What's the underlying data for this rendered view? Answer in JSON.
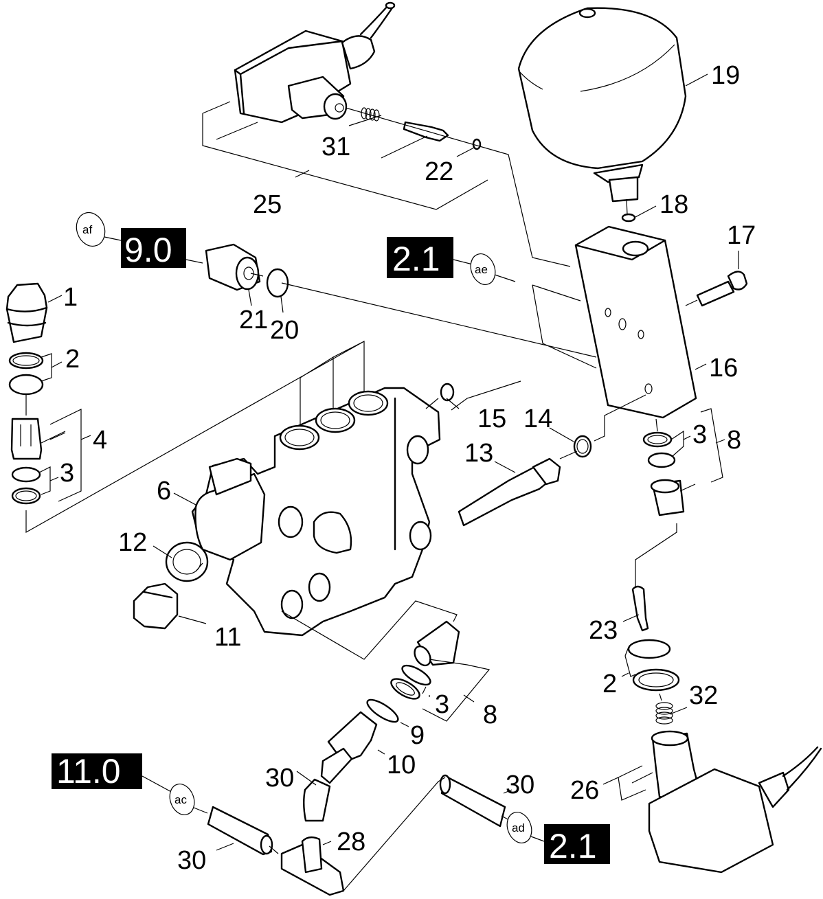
{
  "diagram": {
    "type": "exploded-parts-diagram",
    "reference_boxes": [
      {
        "id": "ref-9-0",
        "label": "9.0",
        "tag": "af"
      },
      {
        "id": "ref-2-1-top",
        "label": "2.1",
        "tag": "ae"
      },
      {
        "id": "ref-11-0",
        "label": "11.0",
        "tag": "ac"
      },
      {
        "id": "ref-2-1-bottom",
        "label": "2.1",
        "tag": "ad"
      }
    ],
    "callouts": {
      "c1": "1",
      "c2a": "2",
      "c3a": "3",
      "c4": "4",
      "c6": "6",
      "c12": "12",
      "c11": "11",
      "c21": "21",
      "c20": "20",
      "c25": "25",
      "c31": "31",
      "c22": "22",
      "c19": "19",
      "c18": "18",
      "c17": "17",
      "c16": "16",
      "c15": "15",
      "c14": "14",
      "c13": "13",
      "c3b": "3",
      "c8a": "8",
      "c23": "23",
      "c2b": "2",
      "c32": "32",
      "c26": "26",
      "c3c": "3",
      "c8b": "8",
      "c9": "9",
      "c10": "10",
      "c30a": "30",
      "c30b": "30",
      "c30c": "30",
      "c28": "28"
    }
  }
}
